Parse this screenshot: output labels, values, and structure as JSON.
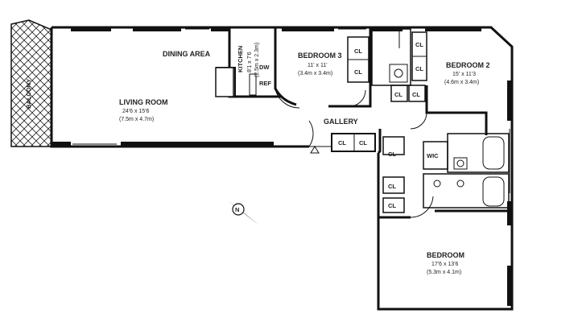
{
  "rooms": {
    "dining_area": "DINING AREA",
    "living_room": {
      "name": "LIVING ROOM",
      "dim_ft": "24'6 x 15'6",
      "dim_m": "(7.5m x 4.7m)"
    },
    "kitchen": {
      "name": "KITCHEN",
      "dim_ft": "8'1 x 7'6",
      "dim_m": "(2.5m x 2.3m)"
    },
    "bedroom3": {
      "name": "BEDROOM 3",
      "dim_ft": "11' x 11'",
      "dim_m": "(3.4m x 3.4m)"
    },
    "bedroom2": {
      "name": "BEDROOM 2",
      "dim_ft": "15' x 11'3",
      "dim_m": "(4.6m x 3.4m)"
    },
    "bedroom": {
      "name": "BEDROOM",
      "dim_ft": "17'6 x 13'6",
      "dim_m": "(5.3m x 4.1m)"
    },
    "gallery": "GALLERY",
    "balcony": "BALCONY"
  },
  "fixtures": {
    "dw": "DW",
    "ref": "REF",
    "wic": "WIC",
    "closet": "CL"
  },
  "compass": "N"
}
